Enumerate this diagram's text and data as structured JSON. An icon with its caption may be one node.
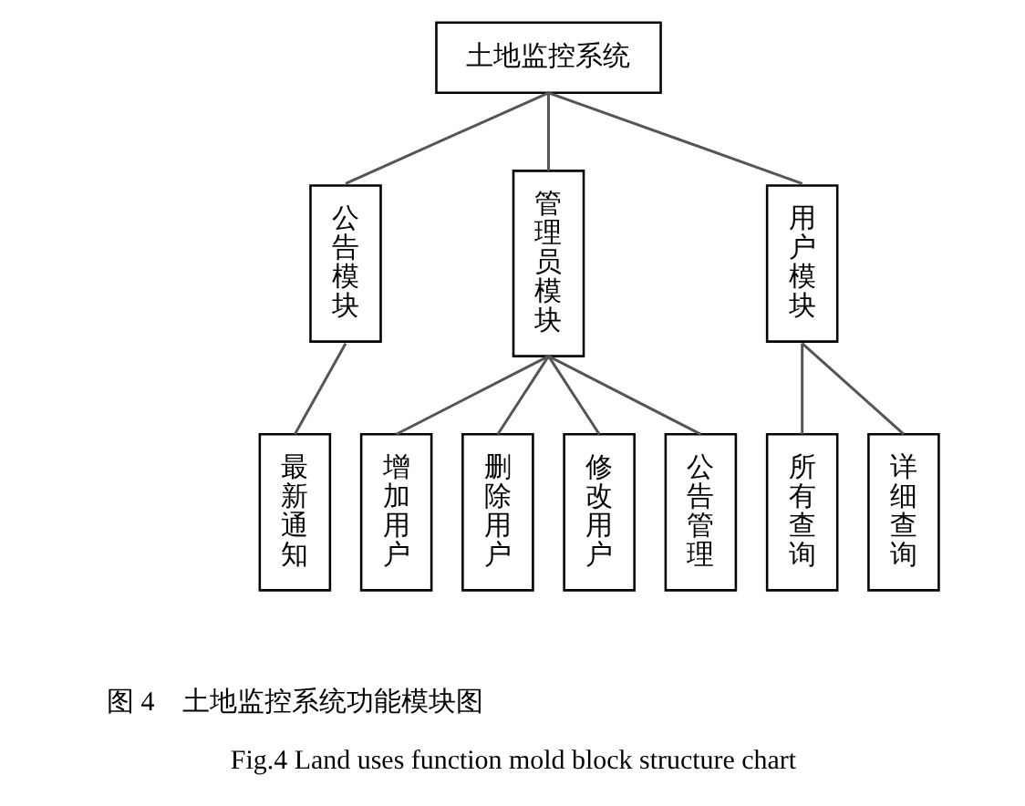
{
  "diagram": {
    "caption": "Fig.4 Land uses function mold block structure chart",
    "nodes": [
      {
        "text": [
          "土地监控系统"
        ]
      },
      {
        "text": [
          "公告模块"
        ]
      },
      {
        "text": [
          "管理员模块"
        ]
      },
      {
        "text": [
          "用户模块"
        ]
      },
      {
        "text": [
          "最新通知"
        ]
      },
      {
        "text": [
          "增加用户"
        ]
      },
      {
        "text": [
          "删除用户"
        ]
      },
      {
        "text": [
          "修改用户"
        ]
      },
      {
        "text": [
          "公告管理"
        ]
      },
      {
        "text": [
          "所有查询"
        ]
      },
      {
        "text": [
          "详细查询"
        ]
      }
    ],
    "edges": [
      {
        "from": 0,
        "to": 1,
        "arrow": "none"
      },
      {
        "from": 0,
        "to": 2,
        "arrow": "none"
      },
      {
        "from": 0,
        "to": 3,
        "arrow": "none"
      },
      {
        "from": 1,
        "to": 4,
        "arrow": "none"
      },
      {
        "from": 2,
        "to": 5,
        "arrow": "none"
      },
      {
        "from": 2,
        "to": 6,
        "arrow": "none"
      },
      {
        "from": 2,
        "to": 7,
        "arrow": "none"
      },
      {
        "from": 2,
        "to": 8,
        "arrow": "none"
      },
      {
        "from": 3,
        "to": 9,
        "arrow": "none"
      },
      {
        "from": 3,
        "to": 10,
        "arrow": "none"
      }
    ],
    "labels": [
      "图 4　土地监控系统功能模块图"
    ]
  }
}
